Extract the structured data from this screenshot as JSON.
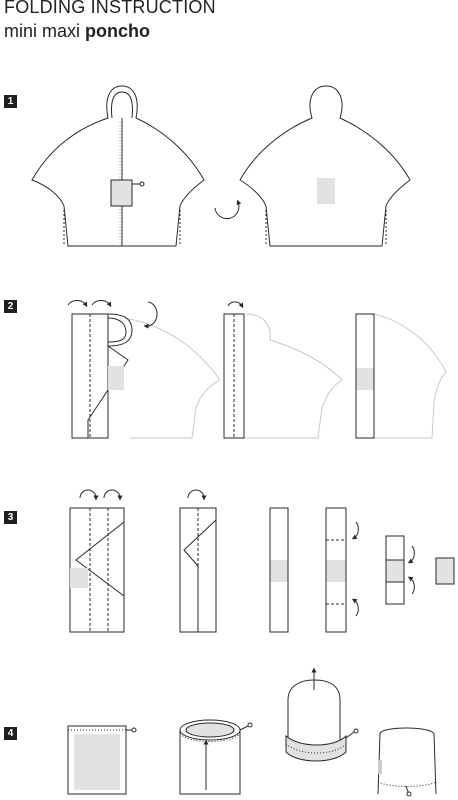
{
  "header": {
    "title": "FOLDING INSTRUCTION",
    "subtitle_light": "mini maxi",
    "subtitle_bold": "poncho"
  },
  "steps": [
    {
      "number": "1"
    },
    {
      "number": "2"
    },
    {
      "number": "3"
    },
    {
      "number": "4"
    }
  ],
  "colors": {
    "line": "#2a2a2a",
    "faded_line": "#c9c9c9",
    "fill_grey": "#e2e2e2",
    "dots": "#bdbdbd"
  }
}
